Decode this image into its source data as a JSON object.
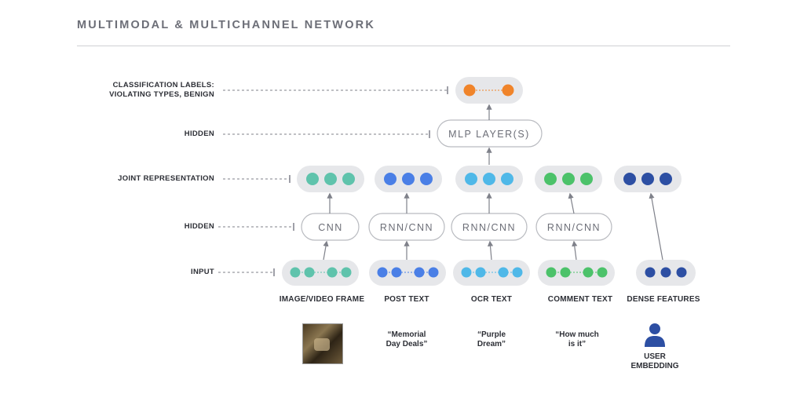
{
  "title": "MULTIMODAL & MULTICHANNEL NETWORK",
  "row_labels": {
    "classification": [
      "CLASSIFICATION LABELS:",
      "VIOLATING TYPES, BENIGN"
    ],
    "hidden_top": "HIDDEN",
    "joint": "JOINT REPRESENTATION",
    "hidden_bottom": "HIDDEN",
    "input": "INPUT"
  },
  "mlp_label": "MLP LAYER(S)",
  "columns": [
    {
      "name": "IMAGE/VIDEO FRAME",
      "hidden": "CNN",
      "color": "#5fc3ac",
      "example": ""
    },
    {
      "name": "POST TEXT",
      "hidden": "RNN/CNN",
      "color": "#4a7fe6",
      "example": [
        "“Memorial",
        "Day Deals”"
      ]
    },
    {
      "name": "OCR TEXT",
      "hidden": "RNN/CNN",
      "color": "#4fb8e8",
      "example": [
        "“Purple",
        "Dream”"
      ]
    },
    {
      "name": "COMMENT TEXT",
      "hidden": "RNN/CNN",
      "color": "#4cc26a",
      "example": [
        "“How much",
        "is it”"
      ]
    },
    {
      "name": "DENSE FEATURES",
      "hidden": "",
      "color": "#2d4fa3",
      "example": [
        "USER",
        "EMBEDDING"
      ]
    }
  ],
  "colors": {
    "output": "#f0842a",
    "pill_bg": "#e6e7ea",
    "box_border": "#b9bbc0",
    "line": "#8a8c93",
    "icons": {
      "thumbnail": "image-thumbnail-icon",
      "user": "user-icon"
    }
  }
}
